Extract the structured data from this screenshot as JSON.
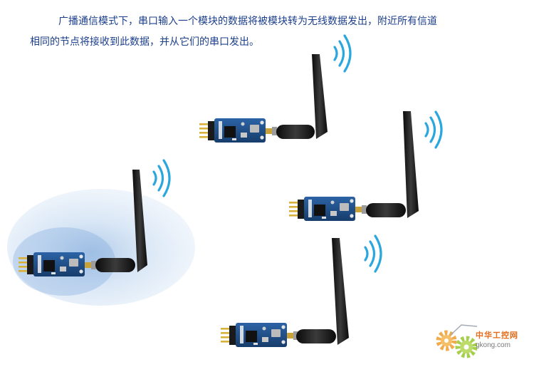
{
  "description": {
    "line1": "广播通信模式下，串口输入一个模块的数据将被模块转为无线数据发出，附近所有信道",
    "line2": "相同的节点将接收到此数据，并从它们的串口发出。"
  },
  "nodes": [
    {
      "id": "transmitter",
      "role": "broadcast-source",
      "highlighted": true
    },
    {
      "id": "receiver-1",
      "role": "receiver"
    },
    {
      "id": "receiver-2",
      "role": "receiver"
    },
    {
      "id": "receiver-3",
      "role": "receiver"
    }
  ],
  "watermark": {
    "brand_cn": "中华工控网",
    "domain": "gkong.com"
  },
  "colors": {
    "text": "#1c3f8c",
    "pcb": "#1f4e86",
    "antenna": "#1a1a1a",
    "signal": "#2aa7dd",
    "coverage": "#a9c8ea",
    "logo": "#e46b19"
  }
}
